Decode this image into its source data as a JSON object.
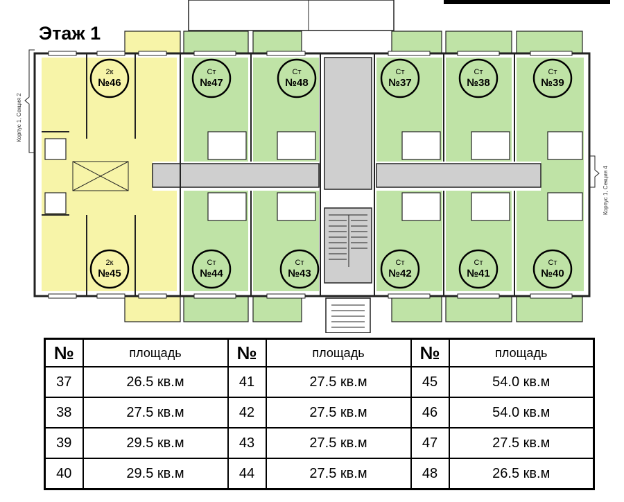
{
  "floor_title": "Этаж 1",
  "side_labels": {
    "left": "Корпус 1, Секция 2",
    "right": "Корпус 1, Секция 4"
  },
  "colors": {
    "studio": "#bfe3a6",
    "two_room": "#f7f4a8",
    "common": "#cfcfcf",
    "wall": "#222222"
  },
  "units": [
    {
      "type": "2к",
      "number": "№46"
    },
    {
      "type": "Ст",
      "number": "№47"
    },
    {
      "type": "Ст",
      "number": "№48"
    },
    {
      "type": "Ст",
      "number": "№37"
    },
    {
      "type": "Ст",
      "number": "№38"
    },
    {
      "type": "Ст",
      "number": "№39"
    },
    {
      "type": "2к",
      "number": "№45"
    },
    {
      "type": "Ст",
      "number": "№44"
    },
    {
      "type": "Ст",
      "number": "№43"
    },
    {
      "type": "Ст",
      "number": "№42"
    },
    {
      "type": "Ст",
      "number": "№41"
    },
    {
      "type": "Ст",
      "number": "№40"
    }
  ],
  "table": {
    "headers": [
      "№",
      "площадь",
      "№",
      "площадь",
      "№",
      "площадь"
    ],
    "rows": [
      [
        "37",
        "26.5 кв.м",
        "41",
        "27.5 кв.м",
        "45",
        "54.0 кв.м"
      ],
      [
        "38",
        "27.5 кв.м",
        "42",
        "27.5 кв.м",
        "46",
        "54.0 кв.м"
      ],
      [
        "39",
        "29.5 кв.м",
        "43",
        "27.5 кв.м",
        "47",
        "27.5 кв.м"
      ],
      [
        "40",
        "29.5 кв.м",
        "44",
        "27.5 кв.м",
        "48",
        "26.5 кв.м"
      ]
    ]
  }
}
